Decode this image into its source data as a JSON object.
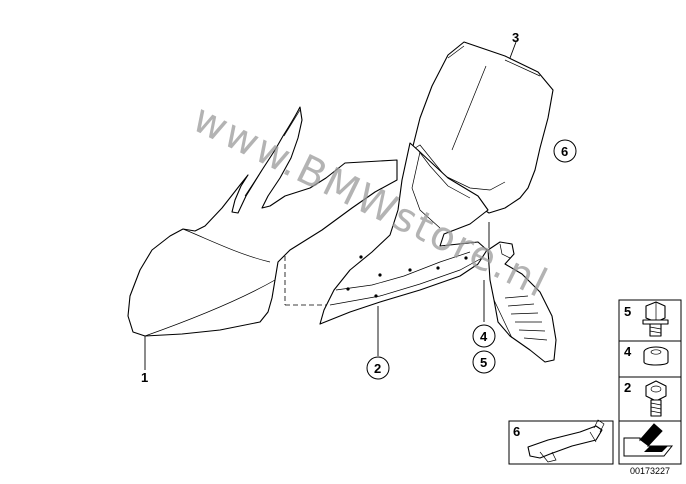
{
  "callouts": {
    "p1": "1",
    "p2": "2",
    "p3": "3",
    "p4": "4",
    "p5": "5",
    "p6": "6"
  },
  "legend": {
    "bolt_label": "5",
    "bushing_label": "4",
    "screw_label": "2",
    "clip_label": "6"
  },
  "watermark": "www.BMWstore.nl",
  "diagram_code": "00173227",
  "colors": {
    "line": "#000000",
    "watermark": "#9a9a9a",
    "background": "#ffffff"
  },
  "icons": [
    "bolt-icon",
    "bushing-icon",
    "screw-icon",
    "clip-icon",
    "arrow-icon"
  ]
}
